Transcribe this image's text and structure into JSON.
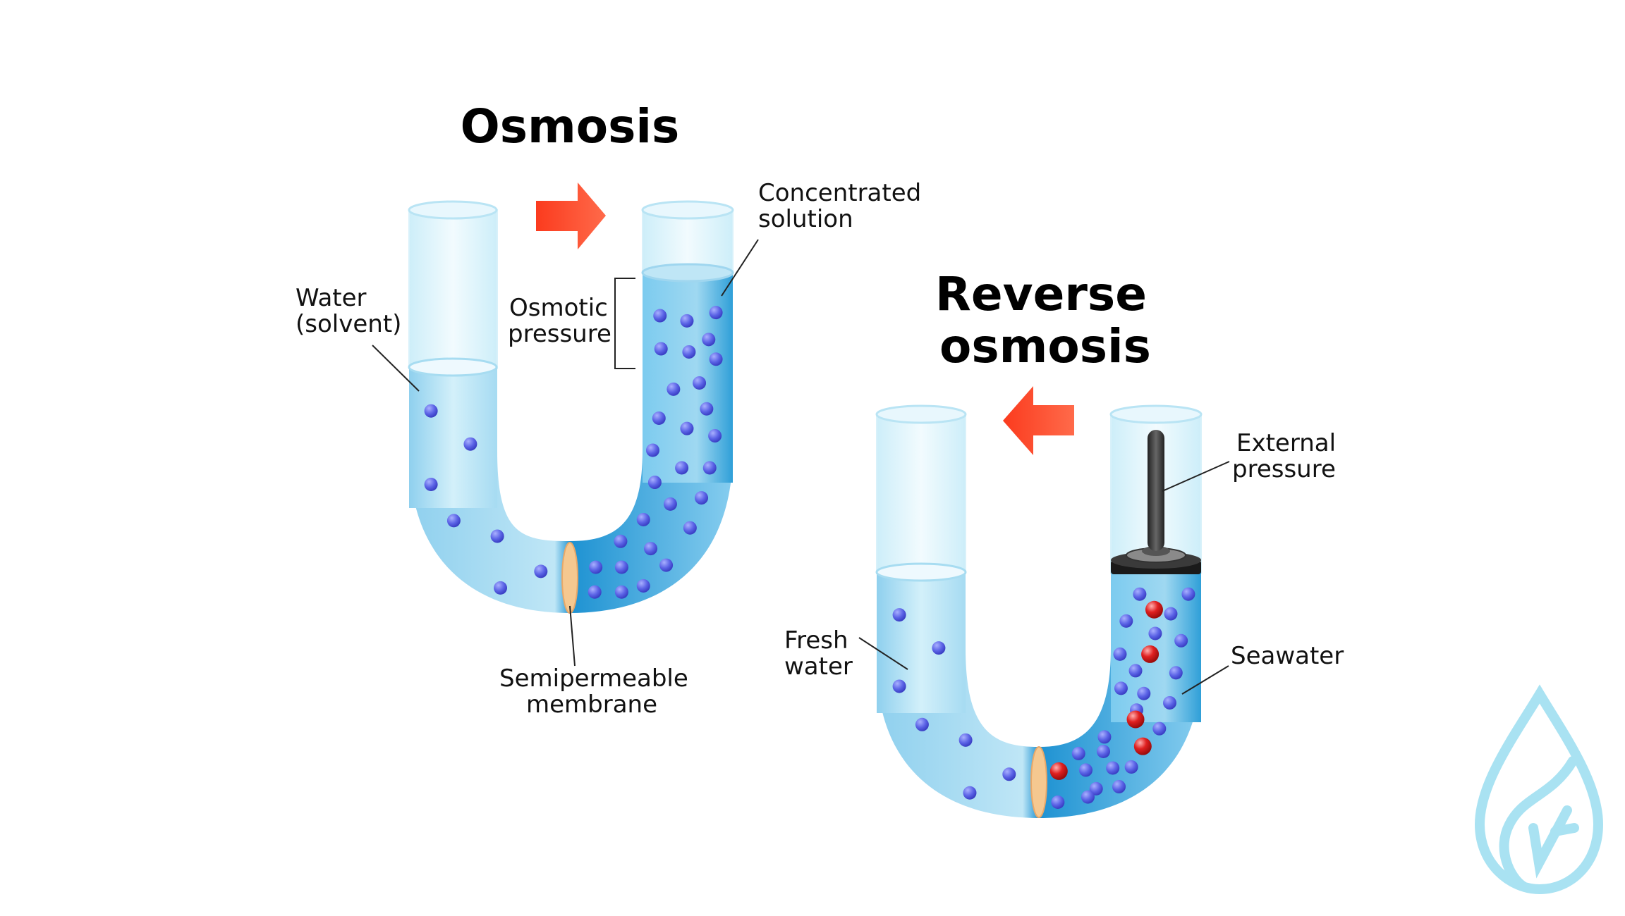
{
  "osmosis": {
    "title": "Osmosis",
    "labels": {
      "water_line1": "Water",
      "water_line2": "(solvent)",
      "osmotic_line1": "Osmotic",
      "osmotic_line2": "pressure",
      "concentrated_line1": "Concentrated",
      "concentrated_line2": "solution",
      "membrane_line1": "Semipermeable",
      "membrane_line2": "membrane"
    },
    "flow_direction": "right"
  },
  "reverse_osmosis": {
    "title_line1": "Reverse",
    "title_line2": "osmosis",
    "labels": {
      "fresh_line1": "Fresh",
      "fresh_line2": "water",
      "external_line1": "External",
      "external_line2": "pressure",
      "seawater": "Seawater"
    },
    "flow_direction": "left"
  },
  "colors": {
    "water_light": "#c9ebf7",
    "water_mid": "#8fd0ee",
    "water_dark": "#2f9fd8",
    "glass": "#e6f6fc",
    "molecule_blue": "#5b63e6",
    "molecule_red": "#d61f1f",
    "arrow_red": "#fb3b1e",
    "membrane": "#f5c890",
    "piston": "#333333",
    "watermark": "#a9e2f2"
  },
  "watermark": {
    "icon": "water-drop-leaf-icon"
  }
}
